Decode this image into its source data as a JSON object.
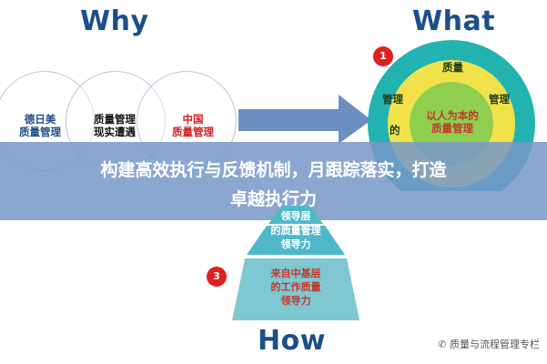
{
  "headings": {
    "why": "Why",
    "what": "What",
    "how": "How"
  },
  "venn": {
    "left": "德日美\n质量管理",
    "middle": "质量管理\n现实遭遇",
    "right": "中国\n质量管理"
  },
  "what_circle": {
    "badge": "1",
    "top": "质量",
    "left": "管理",
    "right": "管理",
    "left_bottom": "的",
    "center": "以人为本的\n质量管理"
  },
  "banner": {
    "line1": "构建高效执行与反馈机制，月跟踪落实，打造",
    "line2": "卓越执行力"
  },
  "pyramid": {
    "top": "领导层",
    "middle": "的质量管理\n领导力",
    "badge": "3",
    "bottom": "来自中基层\n的工作质量\n领导力"
  },
  "watermark": "质量与流程管理专栏",
  "colors": {
    "heading": "#1d4f86",
    "banner": "#7898c8",
    "ring_outer": "#22b3b0",
    "ring_mid": "#f2e24a",
    "ring_center": "#8fcf4f",
    "pyramid": "#4fb8c8",
    "badge": "#e02020"
  }
}
